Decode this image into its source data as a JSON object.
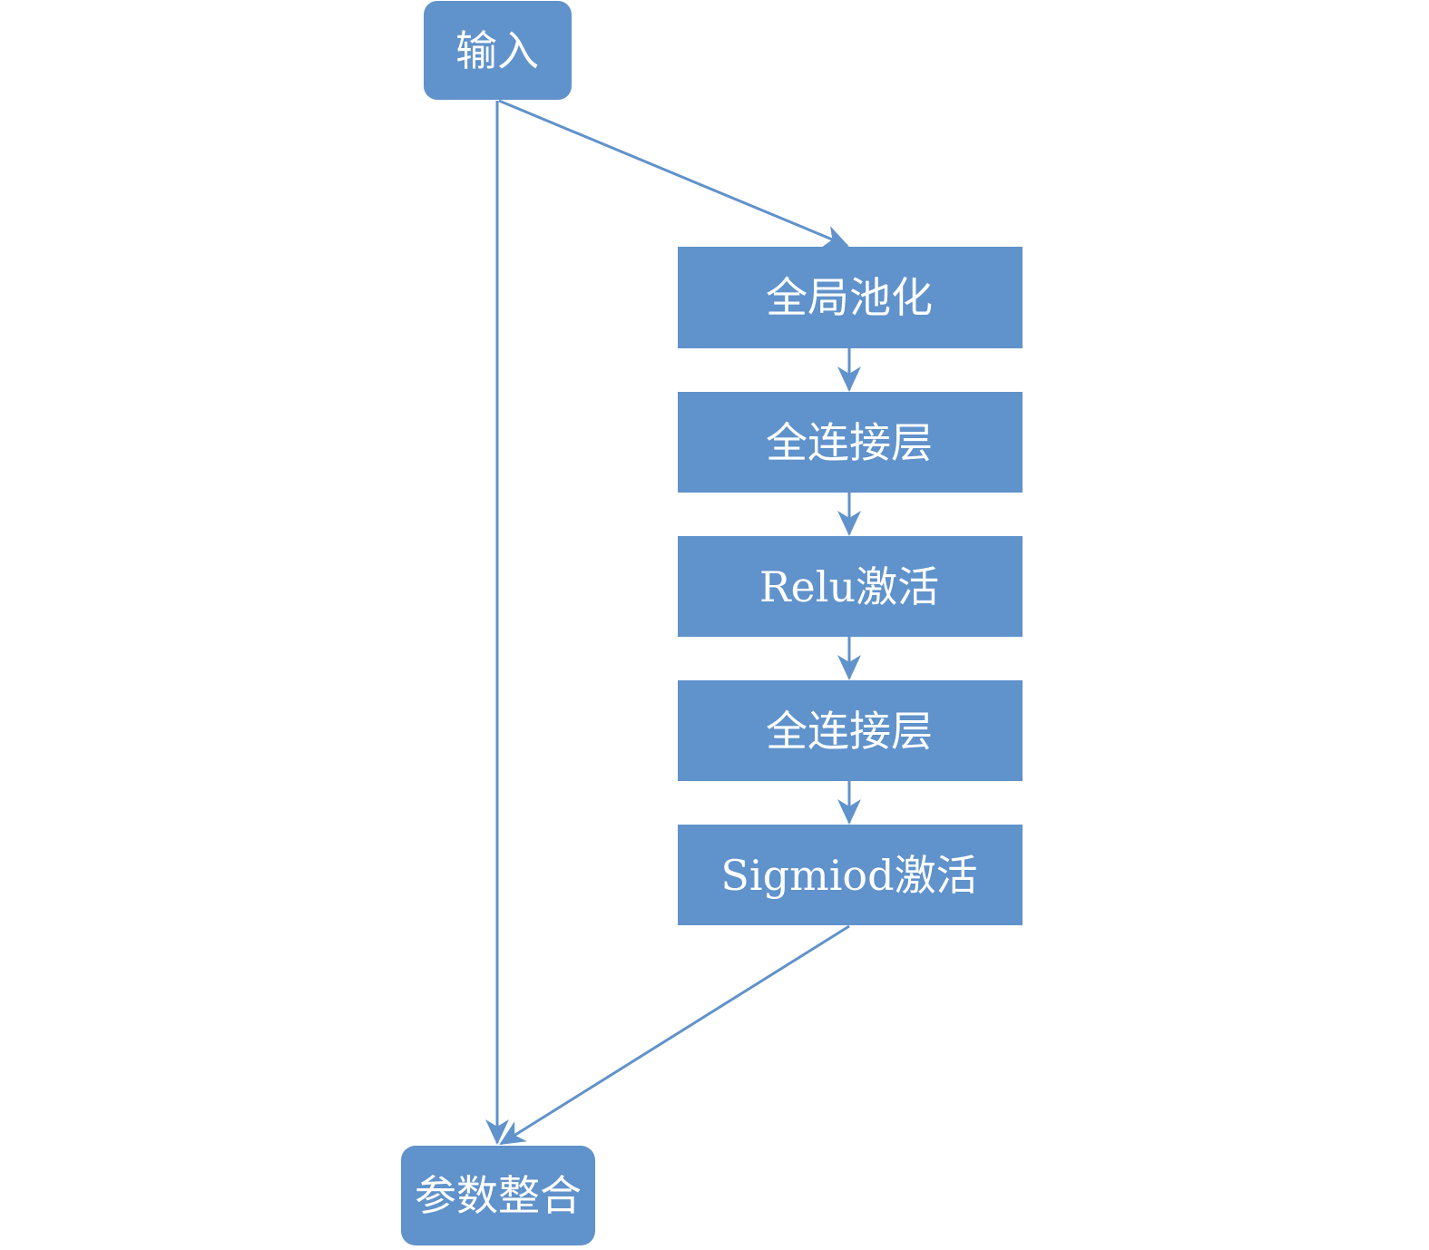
{
  "nodes": {
    "input": "输入",
    "global_pool": "全局池化",
    "fc1": "全连接层",
    "relu": "Relu激活",
    "fc2": "全连接层",
    "sigmoid": "Sigmiod激活",
    "output": "参数整合"
  },
  "colors": {
    "node_fill": "#6092cb",
    "edge": "#6092cb",
    "text": "#ffffff"
  }
}
